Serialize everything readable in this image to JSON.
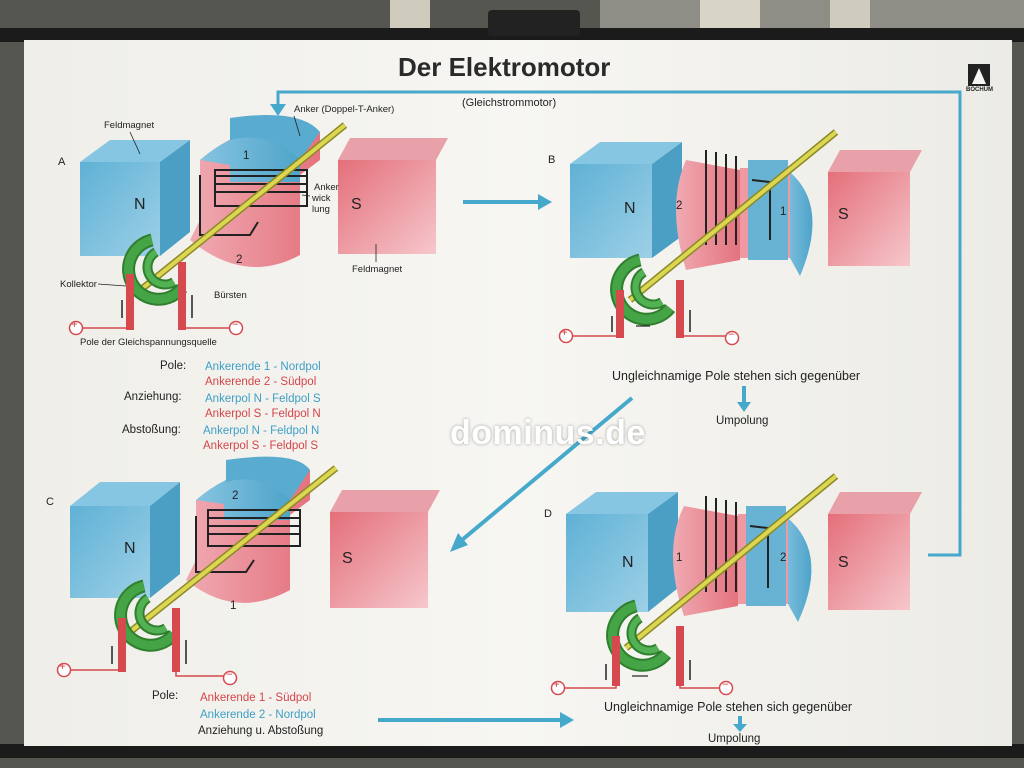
{
  "title": "Der Elektromotor",
  "subtitle": "(Gleichstrommotor)",
  "publisher_logo": "BOCHUM",
  "colors": {
    "blue": "#63b3d6",
    "red": "#e8808a",
    "green": "#3c9a3c",
    "yellow": "#d8d44a",
    "line": "#46a9cc"
  },
  "panel_a": {
    "letter": "A",
    "feldmagnet_top": "Feldmagnet",
    "anker": "Anker (Doppel-T-Anker)",
    "anker_wicklung_1": "Anker",
    "anker_wicklung_2": "wick",
    "anker_wicklung_3": "lung",
    "feldmagnet_bottom": "Feldmagnet",
    "kollektor": "Kollektor",
    "buersten": "Bürsten",
    "pole_quelle": "Pole der Gleichspannungsquelle",
    "pole_n": "N",
    "pole_s": "S",
    "armature_1": "1",
    "armature_2": "2"
  },
  "panel_b": {
    "letter": "B",
    "pole_n": "N",
    "pole_s": "S",
    "armature_1": "1",
    "armature_2": "2",
    "caption": "Ungleichnamige Pole  stehen sich gegenüber",
    "umpolung": "Umpolung"
  },
  "panel_c": {
    "letter": "C",
    "pole_n": "N",
    "pole_s": "S",
    "armature_1": "1",
    "armature_2": "2"
  },
  "panel_d": {
    "letter": "D",
    "pole_n": "N",
    "pole_s": "S",
    "armature_1": "1",
    "armature_2": "2",
    "caption": "Ungleichnamige Pole  stehen sich gegenüber",
    "umpolung": "Umpolung"
  },
  "legend_1": {
    "pole_label": "Pole:",
    "pole_line1": "Ankerende 1 - Nordpol",
    "pole_line2": "Ankerende 2 - Südpol",
    "anziehung_label": "Anziehung:",
    "anziehung_line1": "Ankerpol N -  Feldpol S",
    "anziehung_line2": "Ankerpol S -  Feldpol N",
    "abstossung_label": "Abstoßung:",
    "abstossung_line1": "Ankerpol N -  Feldpol N",
    "abstossung_line2": "Ankerpol S -  Feldpol S"
  },
  "legend_2": {
    "pole_label": "Pole:",
    "pole_line1": "Ankerende 1 - Südpol",
    "pole_line2": "Ankerende 2 - Nordpol",
    "note": "Anziehung u. Abstoßung"
  },
  "plus": "+",
  "minus": "−",
  "watermark": "dominus.de"
}
